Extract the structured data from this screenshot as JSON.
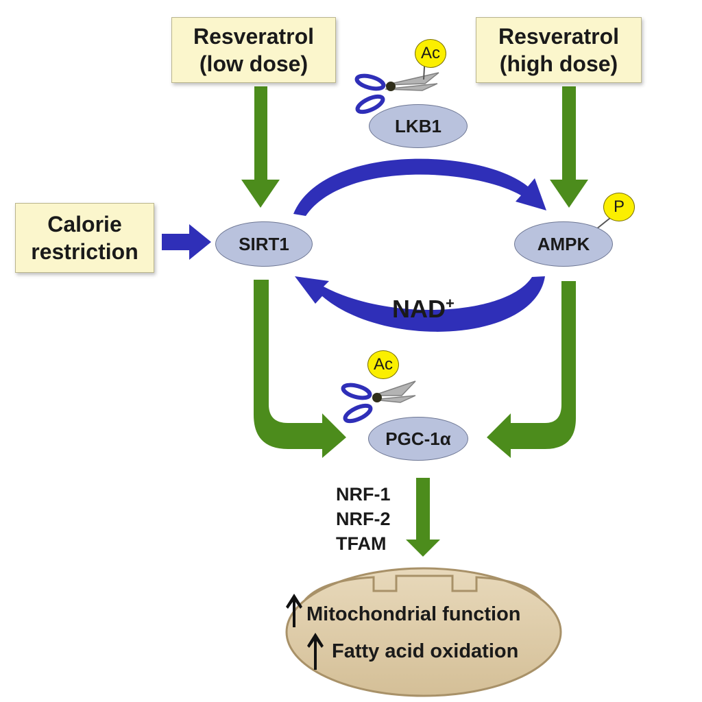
{
  "inputs": {
    "resveratrol_low": [
      "Resveratrol",
      "(low dose)"
    ],
    "resveratrol_high": [
      "Resveratrol",
      "(high dose)"
    ],
    "calorie_restriction": [
      "Calorie",
      "restriction"
    ]
  },
  "nodes": {
    "lkb1": "LKB1",
    "sirt1": "SIRT1",
    "ampk": "AMPK",
    "pgc1a": "PGC-1α"
  },
  "marks": {
    "acetyl_top": "Ac",
    "acetyl_mid": "Ac",
    "phospho": "P"
  },
  "nad": "NAD",
  "nad_charge": "+",
  "targets": [
    "NRF-1",
    "NRF-2",
    "TFAM"
  ],
  "outcomes": [
    "Mitochondrial function",
    "Fatty acid oxidation"
  ],
  "colors": {
    "activation_arrow": "#4c8c1c",
    "cycle_arrow": "#2f2fb8",
    "input_box": "#fbf6cc",
    "node_fill": "#b9c2dd",
    "mark_fill": "#fbef00",
    "mitochondrion": "#dccaa6"
  },
  "icons": [
    "scissors-icon",
    "scissors-icon",
    "up-arrow-icon",
    "up-arrow-icon"
  ]
}
